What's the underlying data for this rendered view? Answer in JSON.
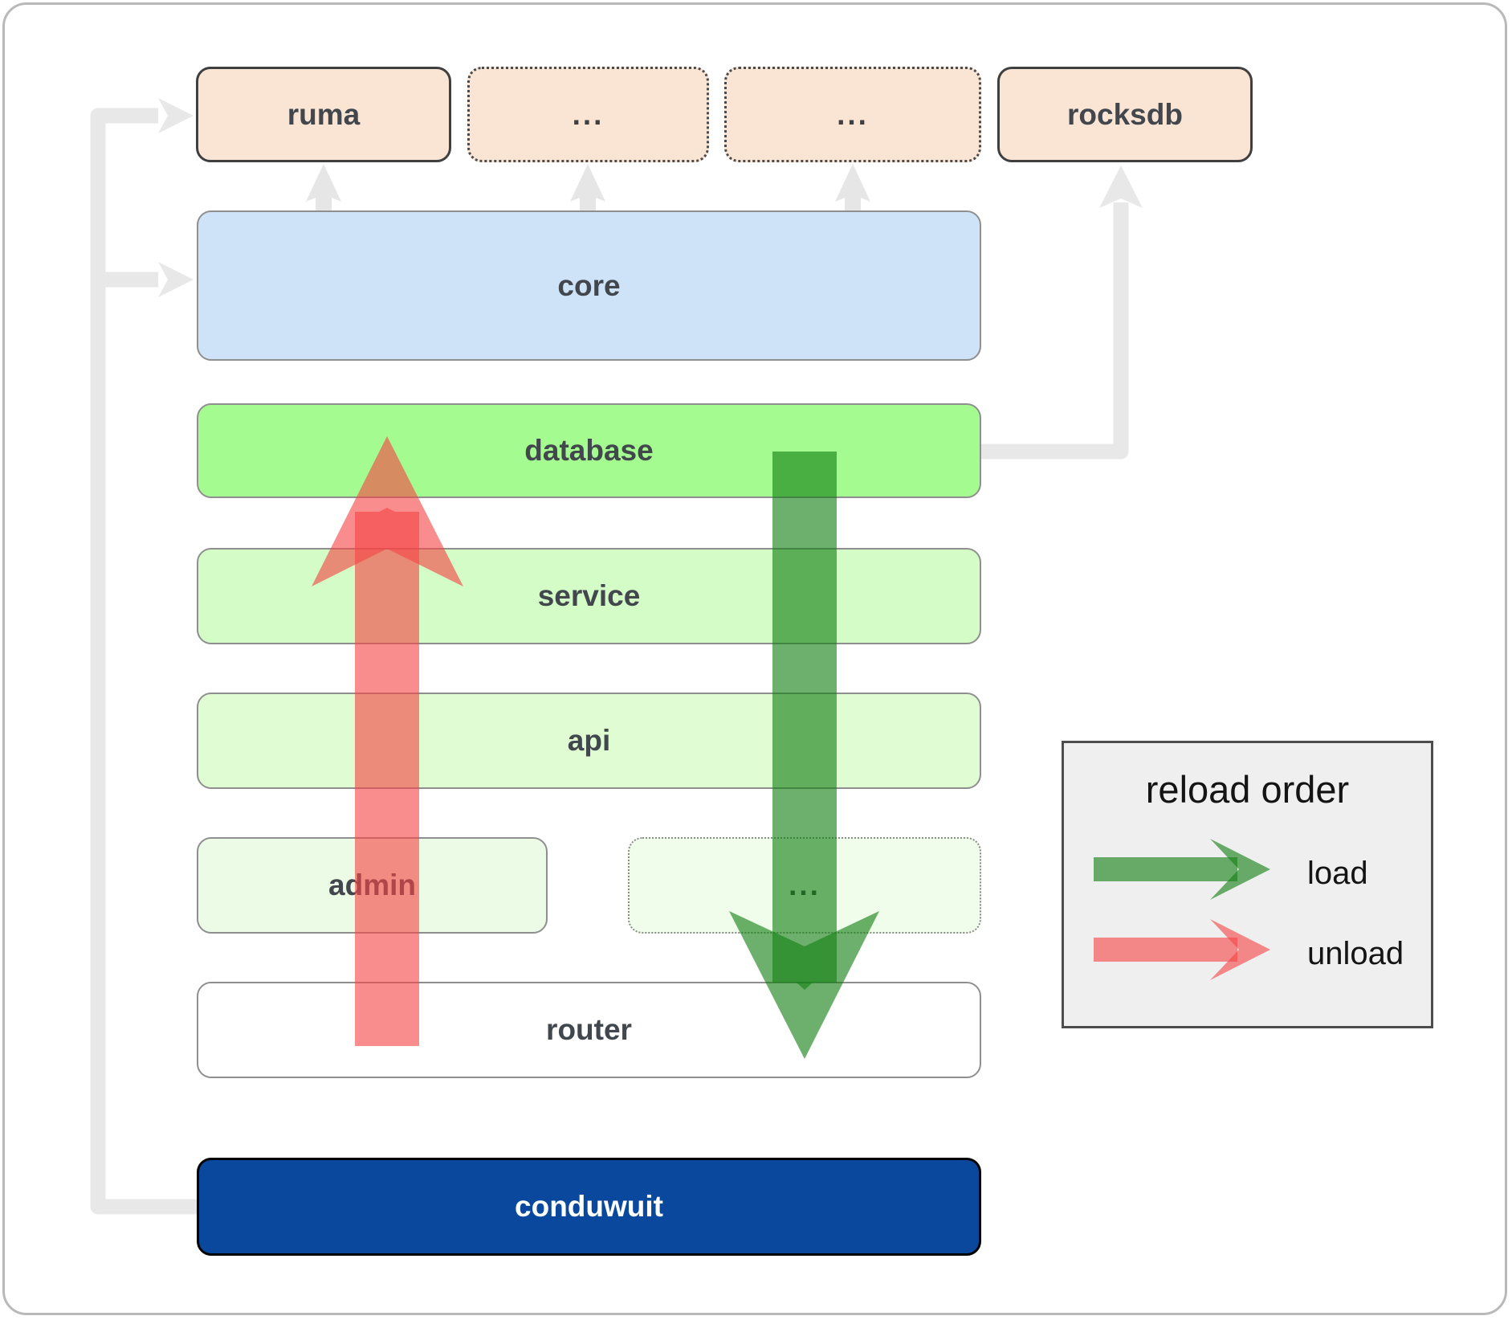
{
  "diagram": {
    "nodes": {
      "ruma": "ruma",
      "ellipsis_top_1": "...",
      "ellipsis_top_2": "...",
      "rocksdb": "rocksdb",
      "core": "core",
      "database": "database",
      "service": "service",
      "api": "api",
      "admin": "admin",
      "ellipsis_admin": "...",
      "router": "router",
      "conduwuit": "conduwuit"
    },
    "legend": {
      "title": "reload order",
      "load_label": "load",
      "unload_label": "unload"
    },
    "colors": {
      "load_arrow_green": "#148014",
      "unload_arrow_red": "#f54646",
      "connector_gray": "#e8e8e8",
      "crate_peach_fill": "#fae4d3",
      "core_blue_fill": "#cfe3f8",
      "database_green_fill": "#a4fb8f",
      "service_green_fill": "#d3fcc6",
      "api_green_fill": "#dffcd3",
      "admin_green_fill": "#ecfbe5",
      "router_fill": "#ffffff",
      "conduwuit_blue_fill": "#09489c",
      "legend_background": "#efefef"
    }
  }
}
